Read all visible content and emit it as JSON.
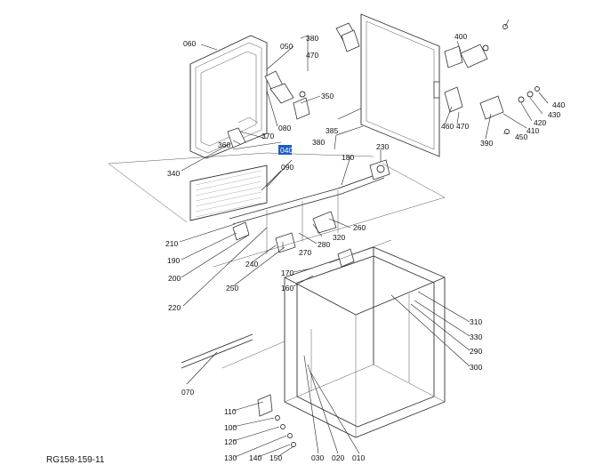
{
  "drawing_code": "RG158-159-11",
  "highlight_color": "#1f5fbf",
  "highlighted_callout": "040",
  "callouts": {
    "c060": "060",
    "c050": "050",
    "c380": "380",
    "c470a": "470",
    "c080": "080",
    "c040": "040",
    "c090": "090",
    "c370": "370",
    "c360": "360",
    "c340": "340",
    "c350": "350",
    "c400": "400",
    "c460": "460",
    "c470b": "470",
    "c385": "385",
    "c380b": "380",
    "c390": "390",
    "c410": "410",
    "c420": "420",
    "c430": "430",
    "c440": "440",
    "c450": "450",
    "c230": "230",
    "c180": "180",
    "c260": "260",
    "c280": "280",
    "c320": "320",
    "c270": "270",
    "c240": "240",
    "c250": "250",
    "c210": "210",
    "c190": "190",
    "c200": "200",
    "c220": "220",
    "c170": "170",
    "c160": "160",
    "c310": "310",
    "c330": "330",
    "c290": "290",
    "c300": "300",
    "c070": "070",
    "c110": "110",
    "c100": "100",
    "c120": "120",
    "c130": "130",
    "c140": "140",
    "c150": "150",
    "c030": "030",
    "c020": "020",
    "c010": "010"
  }
}
